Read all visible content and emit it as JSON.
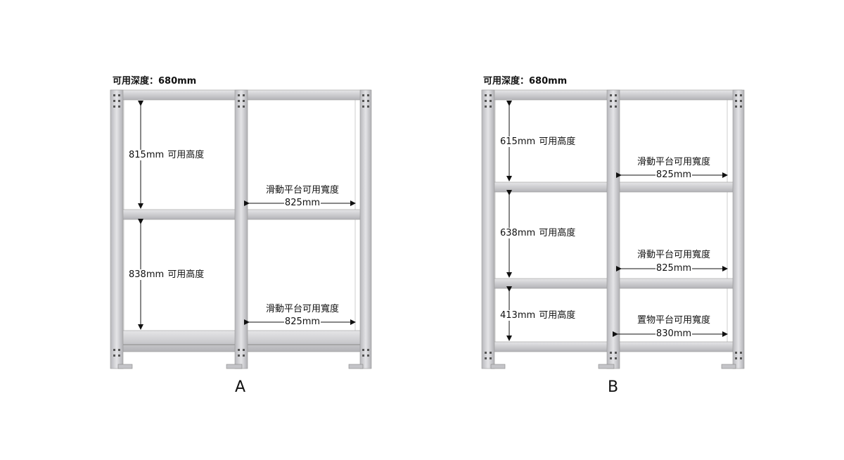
{
  "diagrams": [
    {
      "caption": "A",
      "depth_label": "可用深度：680mm",
      "heights": [
        {
          "value": "815mm",
          "label": "可用高度"
        },
        {
          "value": "838mm",
          "label": "可用高度"
        }
      ],
      "widths": [
        {
          "label": "滑動平台可用寬度",
          "value": "825mm"
        },
        {
          "label": "滑動平台可用寬度",
          "value": "825mm"
        }
      ]
    },
    {
      "caption": "B",
      "depth_label": "可用深度：680mm",
      "heights": [
        {
          "value": "615mm",
          "label": "可用高度"
        },
        {
          "value": "638mm",
          "label": "可用高度"
        },
        {
          "value": "413mm",
          "label": "可用高度"
        }
      ],
      "widths": [
        {
          "label": "滑動平台可用寬度",
          "value": "825mm"
        },
        {
          "label": "滑動平台可用寬度",
          "value": "825mm"
        },
        {
          "label": "置物平台可用寬度",
          "value": "830mm"
        }
      ]
    }
  ],
  "colors": {
    "frame": "#c9c9cc",
    "frame_dark": "#9b9ba0",
    "shelf": "#d6d6d9",
    "text": "#111111"
  }
}
